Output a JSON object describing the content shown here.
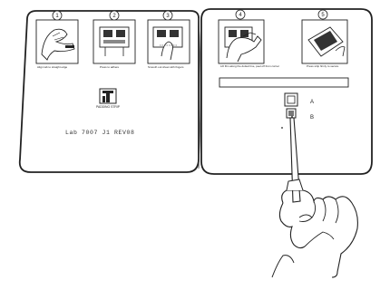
{
  "left_panel": {
    "steps": [
      {
        "number": "1",
        "caption": "Align tab to straight edge"
      },
      {
        "number": "2",
        "caption": "Press to adhere"
      },
      {
        "number": "3",
        "caption": "Smooth out sheet with fingers"
      }
    ],
    "logo_text": "PADDING STRIP",
    "reference": "Lab 7007 J1 REV08"
  },
  "right_panel": {
    "steps": [
      {
        "number": "4",
        "caption": "Lift film along the dotted line, peel off from corner"
      },
      {
        "number": "5",
        "caption": "Press strip firmly to secure"
      }
    ],
    "point_a": "A",
    "point_b": "B"
  }
}
